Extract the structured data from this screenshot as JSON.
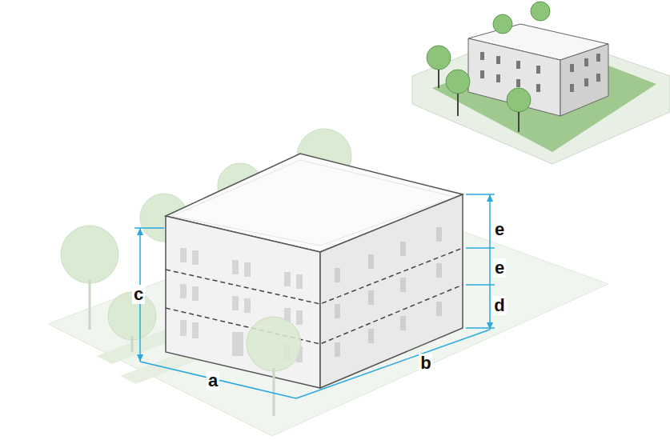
{
  "diagram": {
    "labels": [
      "e",
      "e",
      "c",
      "d",
      "a",
      "b"
    ]
  }
}
